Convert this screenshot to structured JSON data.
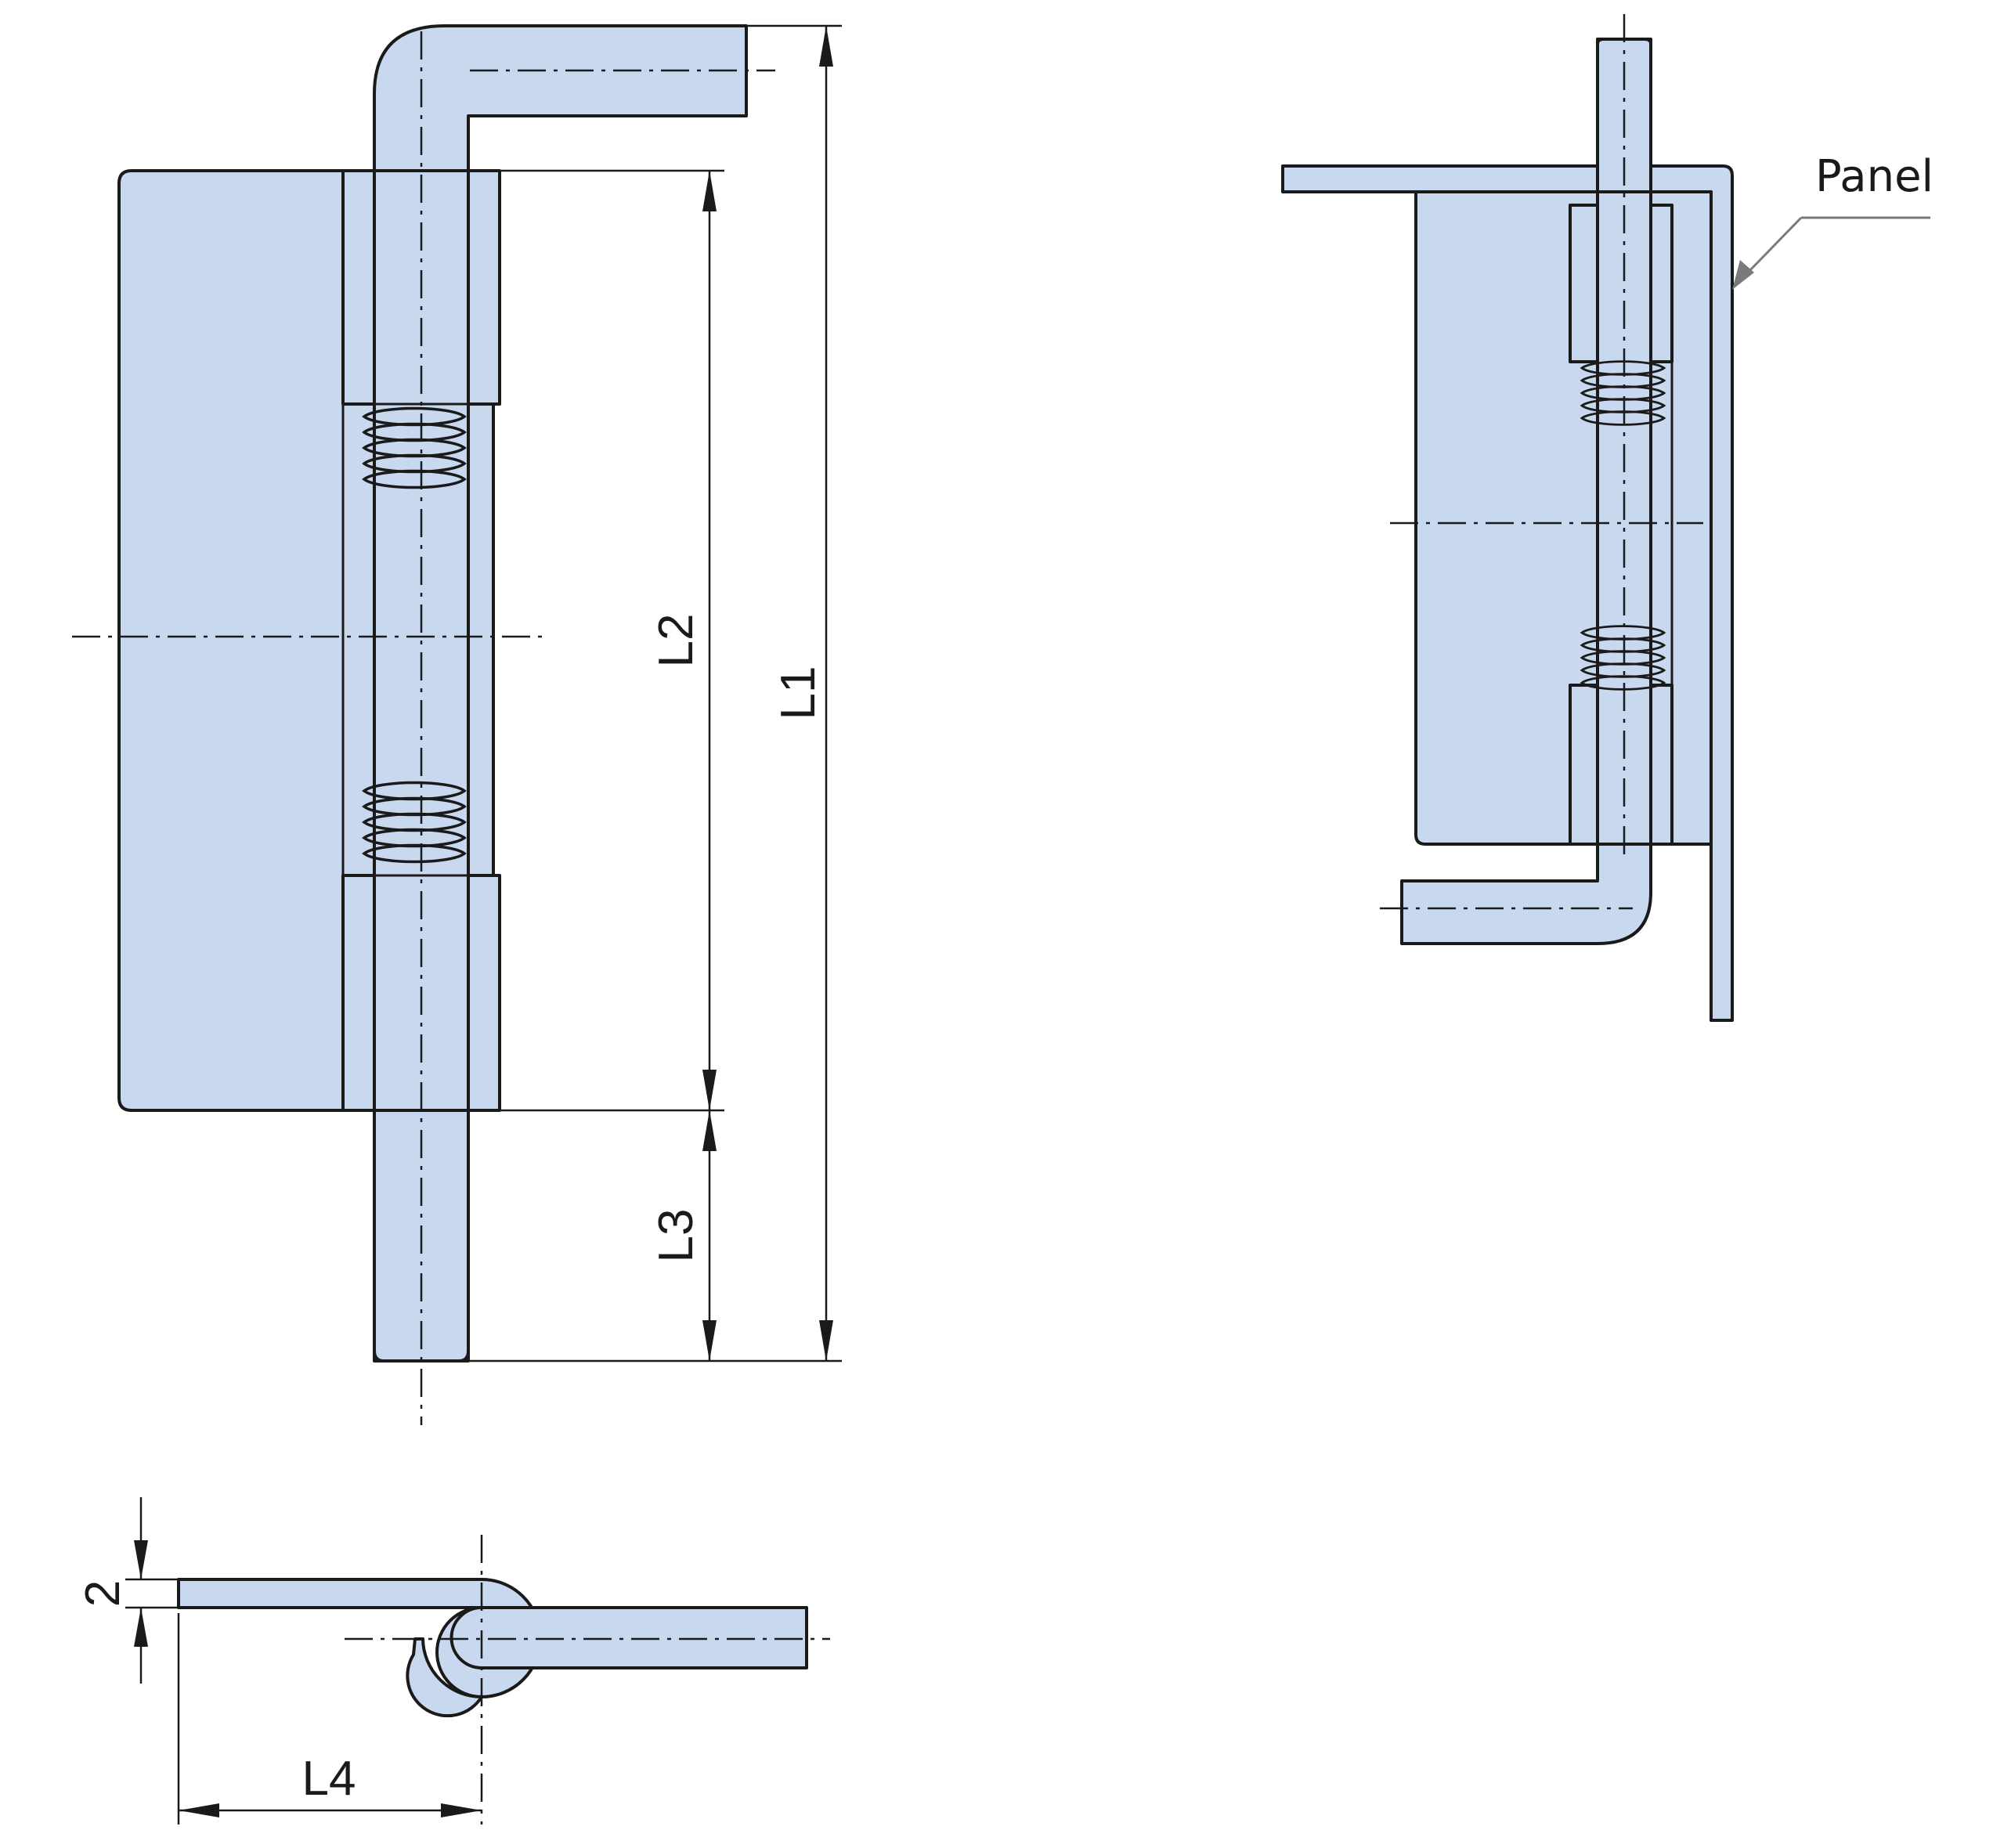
{
  "labels": {
    "L1": "L1",
    "L2": "L2",
    "L3": "L3",
    "L4": "L4",
    "thickness": "2",
    "panel": "Panel"
  },
  "colors": {
    "part_fill": "#c8d9ef",
    "outline": "#1a1a1a",
    "leader": "#7a7a7a"
  }
}
